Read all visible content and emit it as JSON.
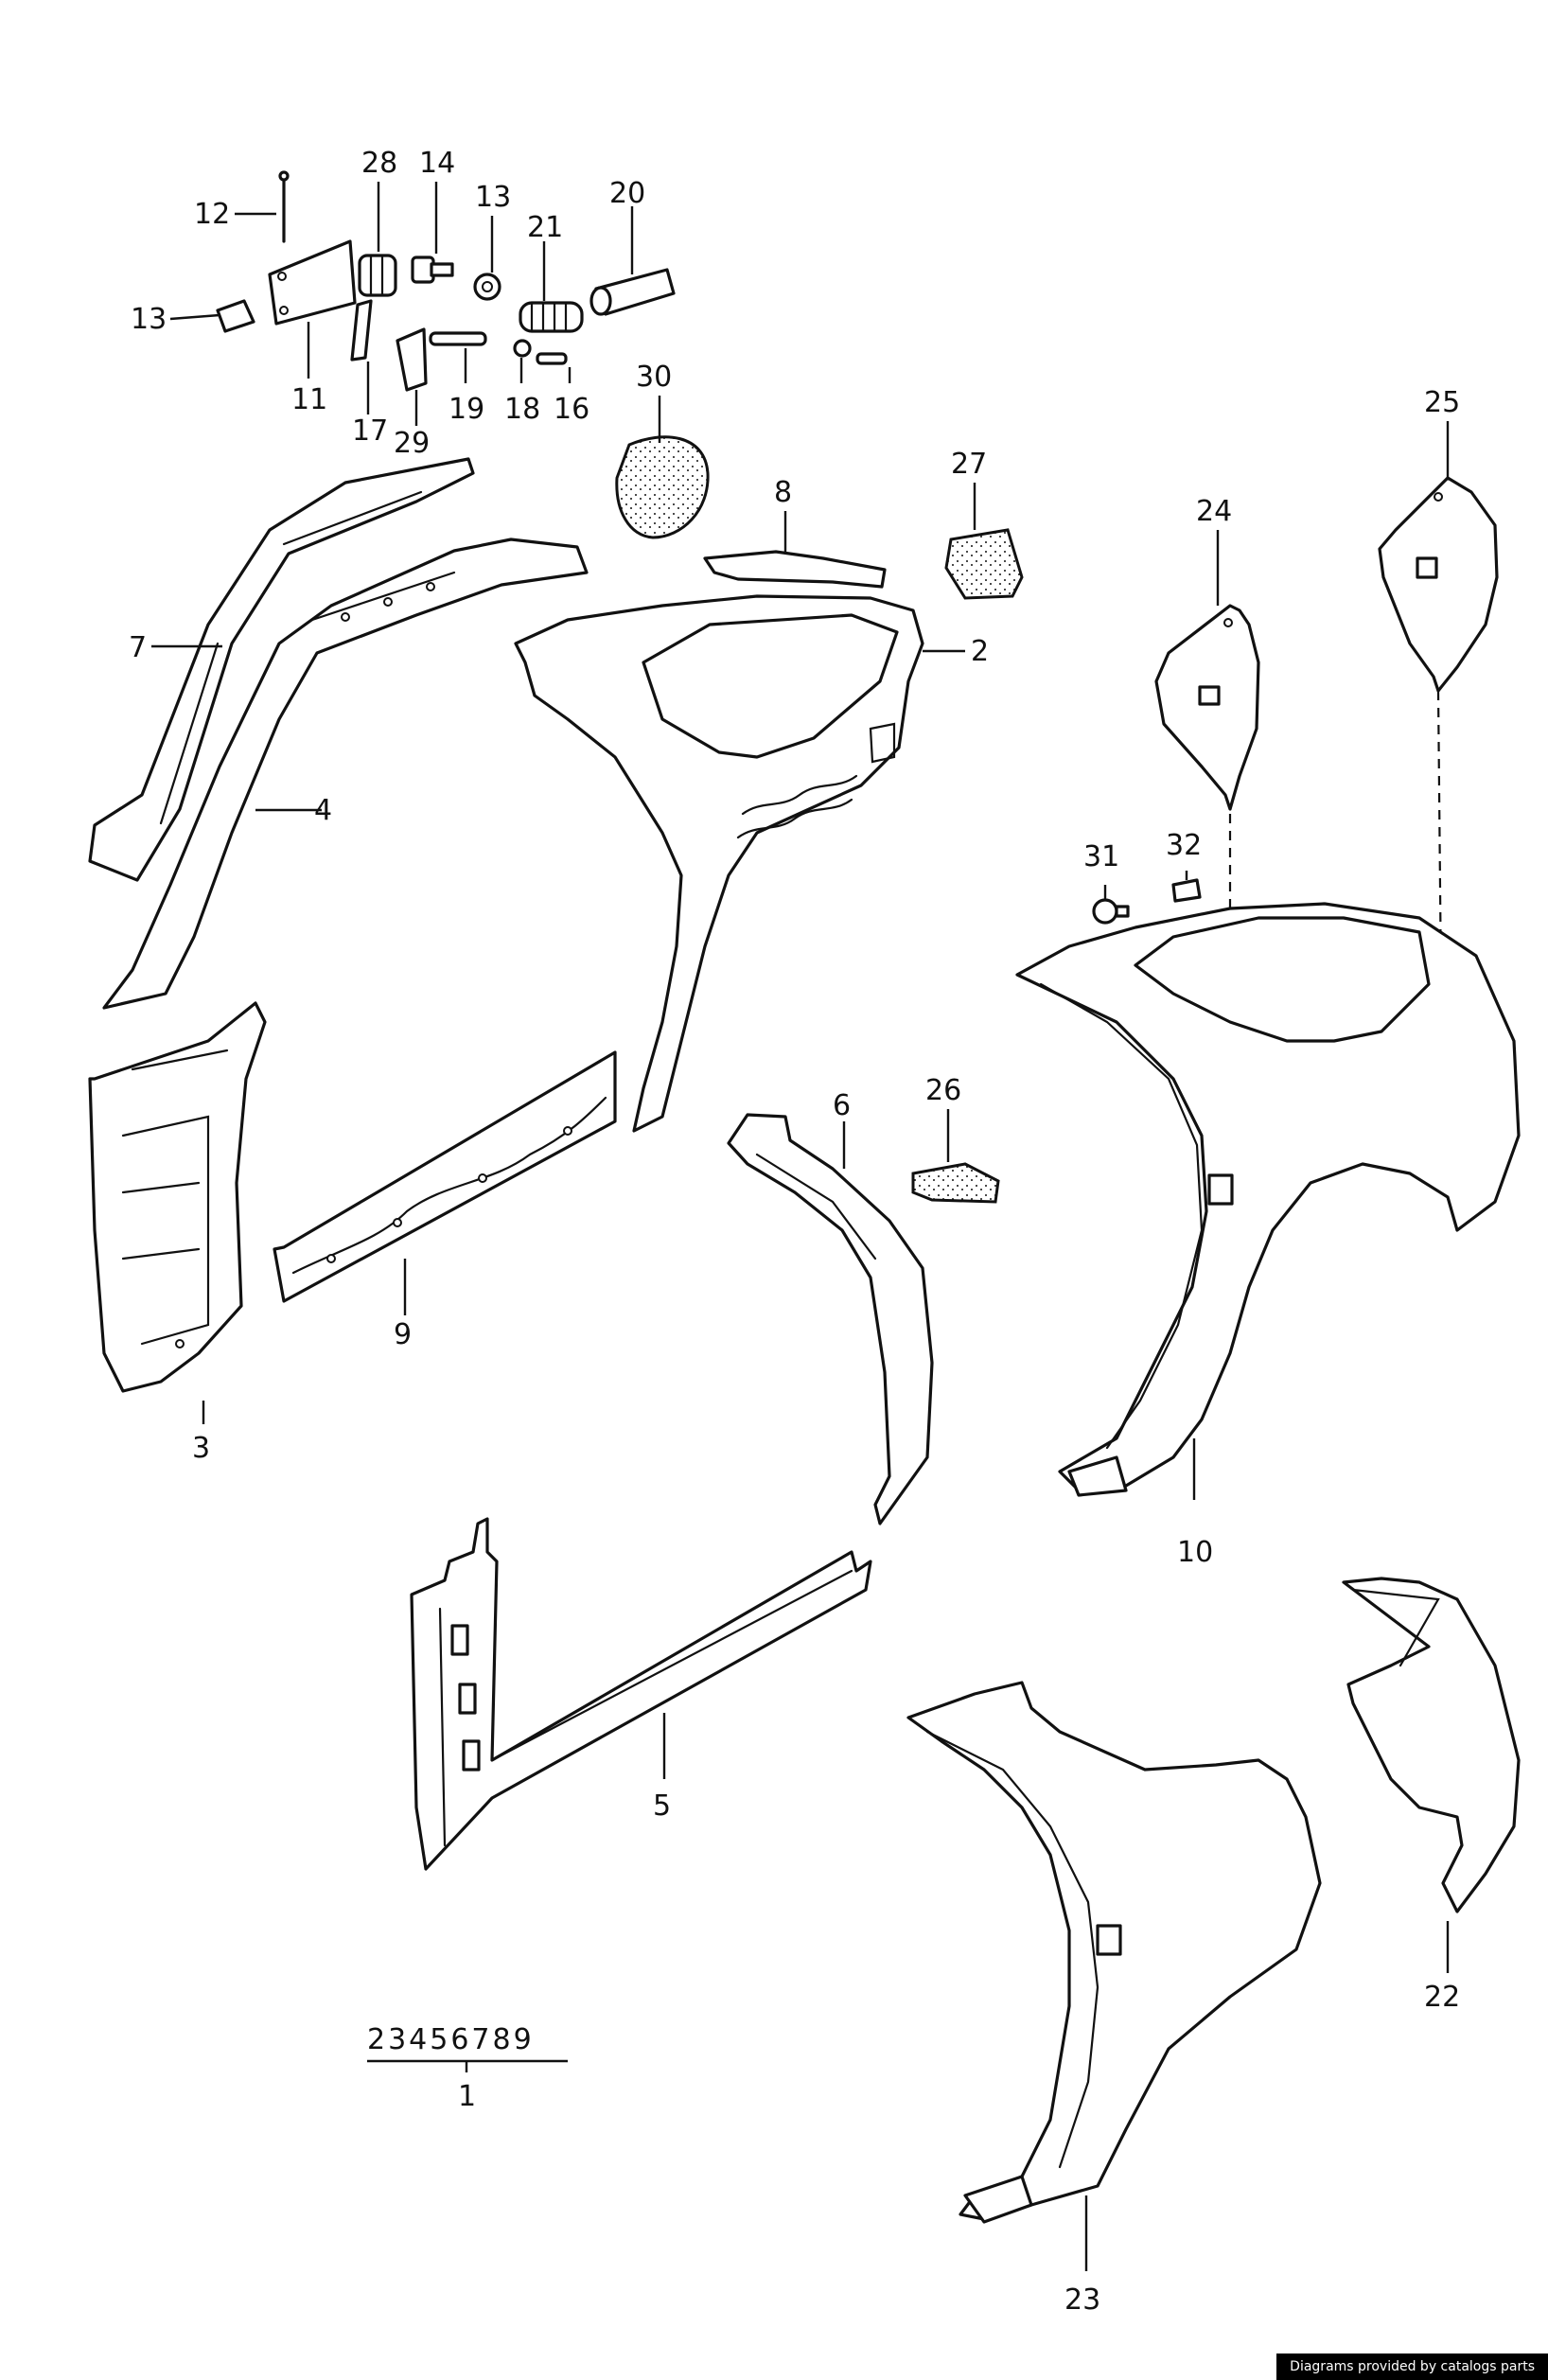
{
  "labels": {
    "p1": "1",
    "p2": "2",
    "p3": "3",
    "p4": "4",
    "p5": "5",
    "p6": "6",
    "p7": "7",
    "p8": "8",
    "p9": "9",
    "p10": "10",
    "p11": "11",
    "p12": "12",
    "p13a": "13",
    "p13b": "13",
    "p14": "14",
    "p16": "16",
    "p17": "17",
    "p18": "18",
    "p19": "19",
    "p20": "20",
    "p21": "21",
    "p22": "22",
    "p23": "23",
    "p24": "24",
    "p25": "25",
    "p26": "26",
    "p27": "27",
    "p28": "28",
    "p29": "29",
    "p30": "30",
    "p31": "31",
    "p32": "32"
  },
  "assembly": {
    "set": "23456789",
    "number": "1"
  },
  "footer": "Diagrams provided by catalogs parts"
}
